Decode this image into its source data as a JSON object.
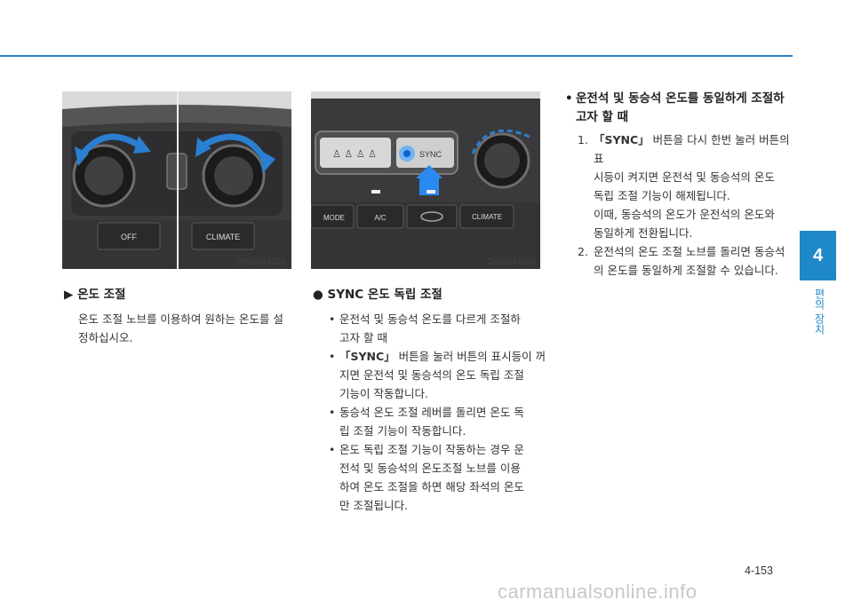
{
  "images": [
    {
      "code": "OAG044203",
      "labels": [
        "OFF",
        "CLIMATE"
      ]
    },
    {
      "code": "OAG044204",
      "labels": [
        "SYNC",
        "MODE",
        "A/C",
        "CLIMATE"
      ]
    }
  ],
  "col1": {
    "heading_marker": "▶",
    "heading": "온도 조절",
    "lines": [
      "온도 조절 노브를 이용하여 원하는 온도를 설",
      "정하십시오."
    ]
  },
  "col2": {
    "heading_marker": "●",
    "heading": "SYNC 온도 독립 조절",
    "bullet_marker": "•",
    "b1": [
      "운전석 및 동승석 온도를 다르게 조절하",
      "고자 할 때"
    ],
    "b2_first_bold": "「SYNC」",
    "b2_first_rest": " 버튼을 눌러 버튼의 표시등이 꺼",
    "b2_rest": [
      "지면 운전석 및 동승석의 온도 독립 조절",
      "기능이 작동합니다."
    ],
    "b3": [
      "동승석 온도 조절 레버를 돌리면 온도 독",
      "립 조절 기능이 작동합니다."
    ],
    "b4": [
      "온도 독립 조절 기능이 작동하는 경우 운",
      "전석 및 동승석의 온도조절 노브를 이용",
      "하여 온도 조절을 하면 해당 좌석의 온도",
      "만 조절됩니다."
    ]
  },
  "col3": {
    "bullet_marker": "•",
    "heading": [
      "운전석 및 동승석 온도를 동일하게 조절하",
      "고자 할 때"
    ],
    "n1": "1.",
    "n1_first_bold": "「SYNC」",
    "n1_first_rest": " 버튼을 다시 한번 눌러 버튼의 표",
    "n1_rest": [
      "시등이 켜지면 운전석 및 동승석의 온도",
      "독립 조절 기능이 해제됩니다.",
      "이때, 동승석의 온도가 운전석의 온도와",
      "동일하게 전환됩니다."
    ],
    "n2": "2.",
    "n2_lines": [
      "운전석의 온도 조절 노브를 돌리면 동승석",
      "의 온도를 동일하게 조절할 수 있습니다."
    ]
  },
  "side_tab": {
    "number": "4",
    "label": "편의 장치"
  },
  "page_number": "4-153",
  "watermark": "carmanualsonline.info",
  "colors": {
    "accent": "#1e88c8",
    "rule": "#2a7fc8"
  }
}
